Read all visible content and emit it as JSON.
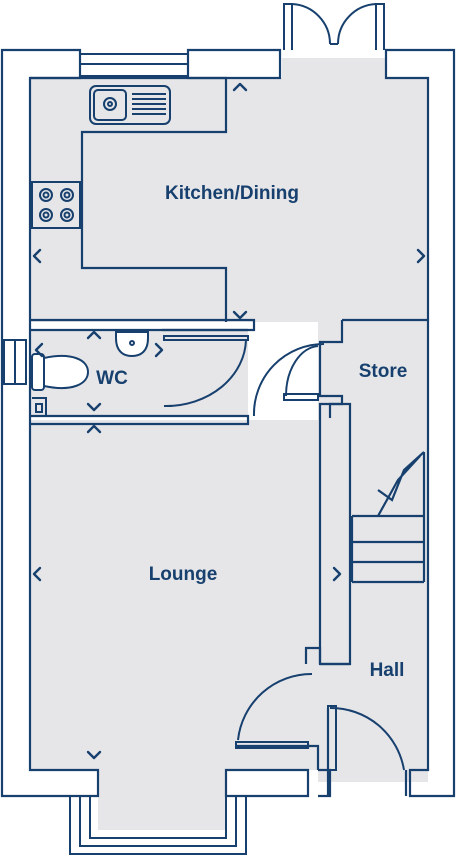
{
  "colors": {
    "wall": "#17406e",
    "floor": "#e6e6e9",
    "background": "#ffffff"
  },
  "rooms": {
    "kitchen": "Kitchen/Dining",
    "wc": "WC",
    "store": "Store",
    "lounge": "Lounge",
    "hall": "Hall"
  },
  "fixtures": [
    "sink",
    "hob",
    "toilet",
    "basin",
    "staircase",
    "french-doors",
    "front-door",
    "bay-window",
    "windows"
  ],
  "icons": [
    "dimension-arrow-icon"
  ]
}
